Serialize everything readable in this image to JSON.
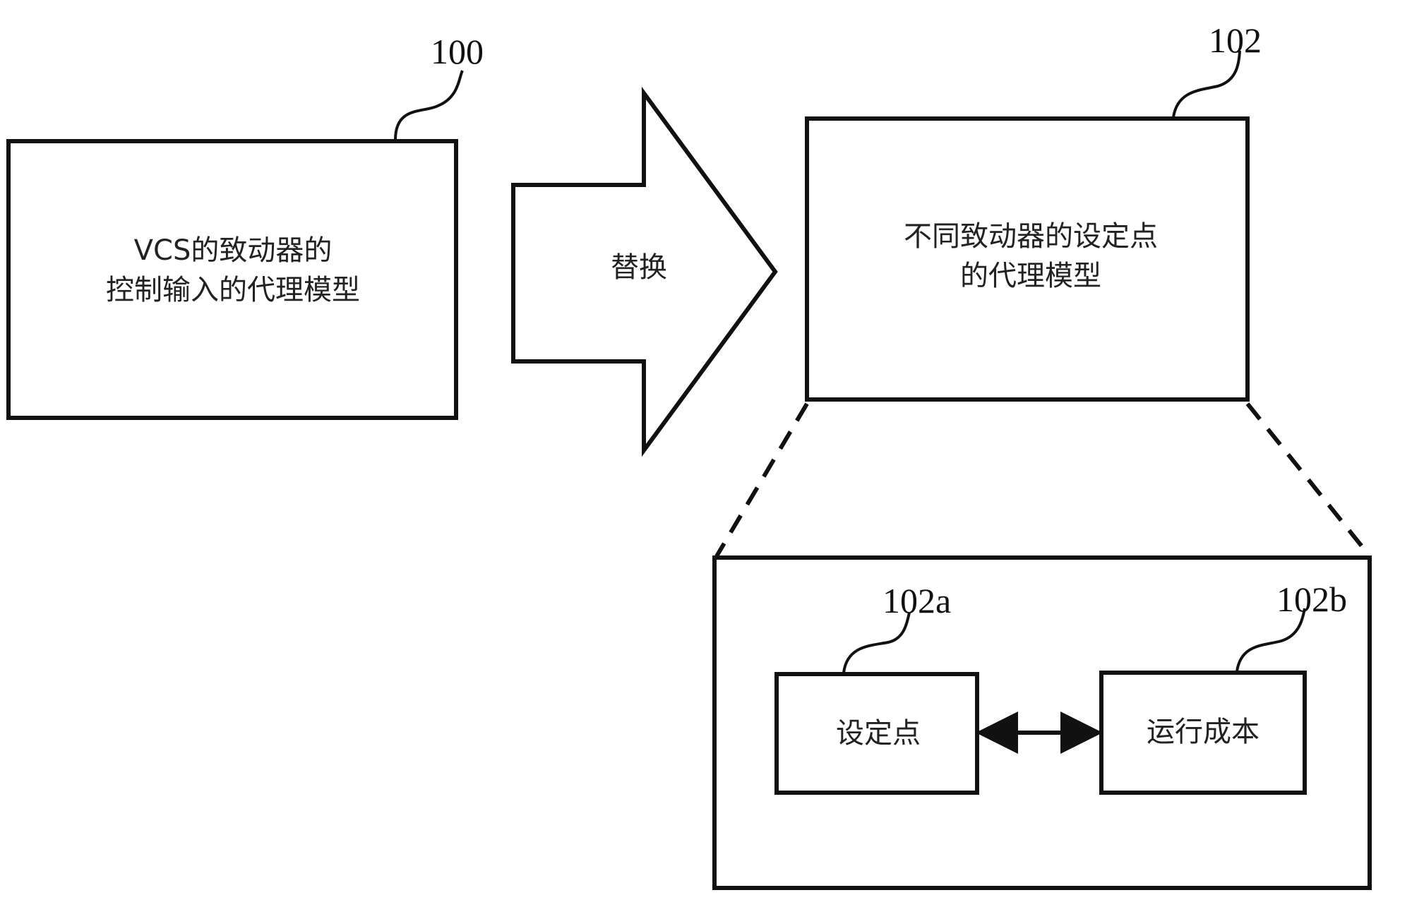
{
  "refs": {
    "left_box": "100",
    "right_box": "102",
    "setpoint_box": "102a",
    "cost_box": "102b"
  },
  "left_box": {
    "line1": "VCS的致动器的",
    "line2": "控制输入的代理模型"
  },
  "arrow": {
    "label": "替换"
  },
  "right_box": {
    "line1": "不同致动器的设定点",
    "line2": "的代理模型"
  },
  "detail": {
    "setpoint_label": "设定点",
    "cost_label": "运行成本"
  }
}
